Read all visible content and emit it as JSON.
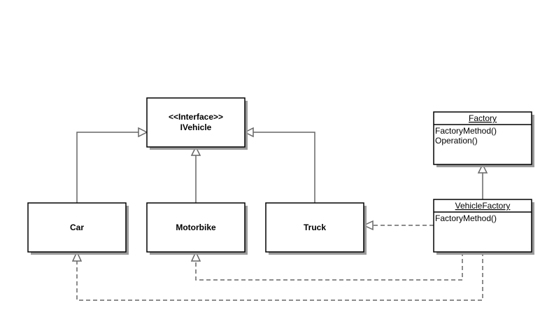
{
  "interface_box": {
    "stereotype": "<<Interface>>",
    "name": "IVehicle"
  },
  "classes": {
    "car": "Car",
    "motorbike": "Motorbike",
    "truck": "Truck"
  },
  "factory": {
    "name": "Factory",
    "methods": [
      "FactoryMethod()",
      "Operation()"
    ]
  },
  "vehicle_factory": {
    "name": "VehicleFactory",
    "methods": [
      "FactoryMethod()"
    ]
  },
  "colors": {
    "line": "#666666",
    "border": "#000000",
    "shadow": "#9a9a9a",
    "fill": "#ffffff"
  }
}
